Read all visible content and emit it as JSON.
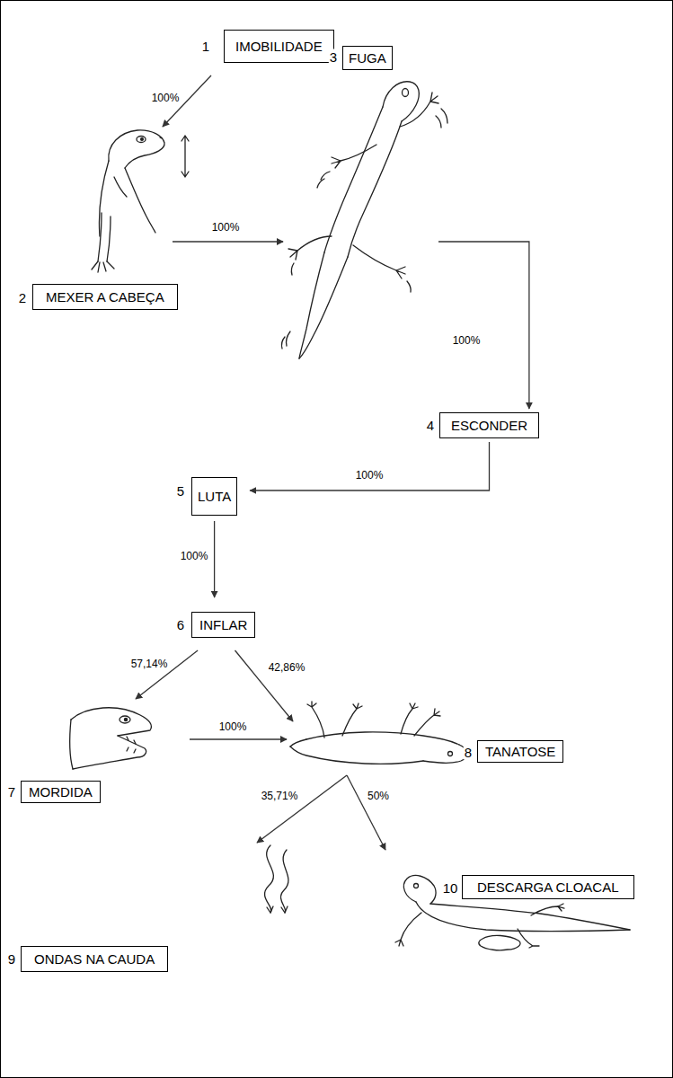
{
  "diagram": {
    "nodes": [
      {
        "text": [
          "IMOBILIDADE"
        ]
      },
      {
        "text": [
          "MEXER A CABEÇA"
        ]
      },
      {
        "text": [
          "FUGA"
        ]
      },
      {
        "text": [
          "ESCONDER"
        ]
      },
      {
        "text": [
          "LUTA"
        ]
      },
      {
        "text": [
          "INFLAR"
        ]
      },
      {
        "text": [
          "MORDIDA"
        ]
      },
      {
        "text": [
          "TANATOSE"
        ]
      },
      {
        "text": [
          "ONDAS NA CAUDA"
        ]
      },
      {
        "text": [
          "DESCARGA CLOACAL"
        ]
      }
    ],
    "edges": [
      {
        "from": 0,
        "to": 1,
        "arrow": "to",
        "label": "100%"
      },
      {
        "from": 1,
        "to": 2,
        "arrow": "to",
        "label": "100%"
      },
      {
        "from": 2,
        "to": 3,
        "arrow": "to",
        "label": "100%"
      },
      {
        "from": 3,
        "to": 4,
        "arrow": "to",
        "label": "100%"
      },
      {
        "from": 4,
        "to": 5,
        "arrow": "to",
        "label": "100%"
      },
      {
        "from": 5,
        "to": 6,
        "arrow": "to",
        "label": "57,14%"
      },
      {
        "from": 5,
        "to": 7,
        "arrow": "to",
        "label": "42,86%"
      },
      {
        "from": 6,
        "to": 7,
        "arrow": "to",
        "label": "100%"
      },
      {
        "from": 7,
        "to": 8,
        "arrow": "to",
        "label": "35,71%"
      },
      {
        "from": 7,
        "to": 9,
        "arrow": "to",
        "label": "50%"
      }
    ],
    "labels": [
      "1",
      "2",
      "3",
      "4",
      "5",
      "6",
      "7",
      "8",
      "9",
      "10"
    ]
  }
}
